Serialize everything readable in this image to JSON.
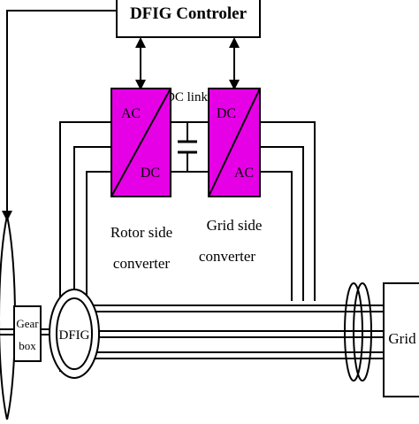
{
  "controller": {
    "label": "DFIG Controler"
  },
  "rotor_converter": {
    "top": "AC",
    "bottom": "DC",
    "caption_line1": "Rotor side",
    "caption_line2": "converter"
  },
  "grid_converter": {
    "top": "DC",
    "bottom": "AC",
    "caption_line1": "Grid  side",
    "caption_line2": "converter"
  },
  "dc_link": {
    "label": "DC link"
  },
  "gearbox": {
    "line1": "Gear",
    "line2": "box"
  },
  "generator": {
    "label": "DFIG"
  },
  "grid": {
    "label": "Grid"
  },
  "colors": {
    "converter_fill": "#e600e6",
    "line": "#000000",
    "background": "#ffffff"
  }
}
